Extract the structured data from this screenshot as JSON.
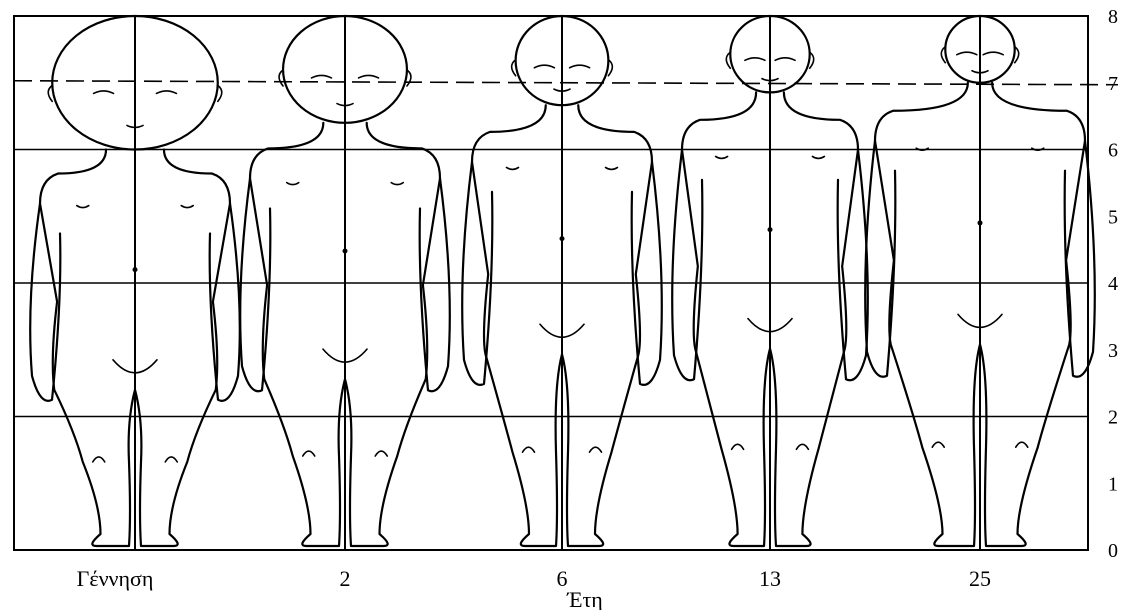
{
  "scale": {
    "ticks": [
      "0",
      "1",
      "2",
      "3",
      "4",
      "5",
      "6",
      "7",
      "8"
    ]
  },
  "figures": [
    {
      "age_label": "Γέννηση",
      "head_fraction": 0.25
    },
    {
      "age_label": "2",
      "head_fraction": 0.2
    },
    {
      "age_label": "6",
      "head_fraction": 0.167
    },
    {
      "age_label": "13",
      "head_fraction": 0.143
    },
    {
      "age_label": "25",
      "head_fraction": 0.125
    }
  ],
  "x_axis_title": "Έτη",
  "colors": {
    "ink": "#000000",
    "paper": "#ffffff"
  }
}
